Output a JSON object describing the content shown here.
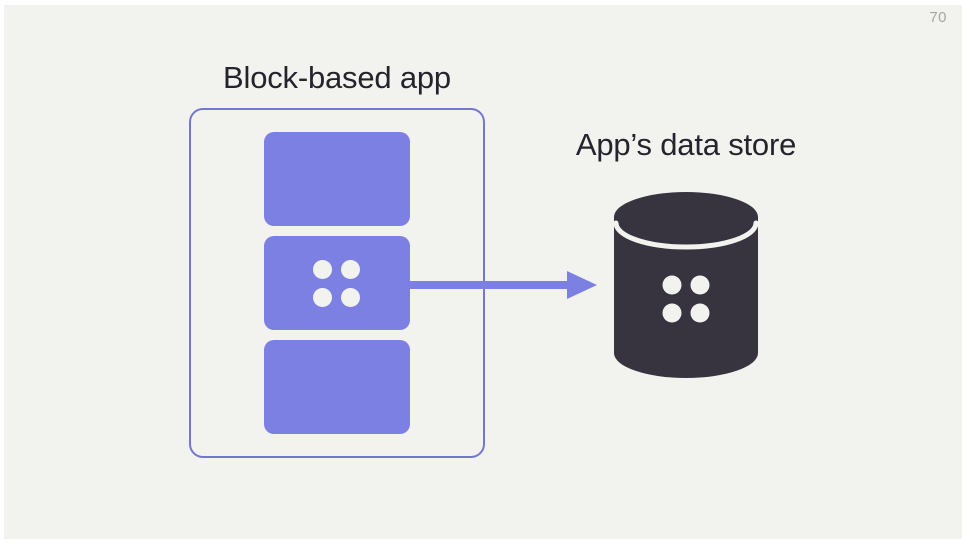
{
  "page": {
    "slide_number": "70"
  },
  "colors": {
    "background": "#F2F3EE",
    "frame": "#FFFFFF",
    "accent_purple": "#7C80E2",
    "outline_purple": "#7377D1",
    "dark": "#37333F",
    "text": "#25232C",
    "muted": "#A7A6A1"
  },
  "diagram": {
    "app": {
      "title": "Block-based app",
      "blocks": [
        "top",
        "middle",
        "bottom"
      ],
      "middle_block_icon": "dots-grid-icon"
    },
    "arrow": {
      "icon": "arrow-right-icon",
      "direction": "left-to-right"
    },
    "datastore": {
      "title": "App’s data store",
      "icon": "database-icon"
    }
  }
}
